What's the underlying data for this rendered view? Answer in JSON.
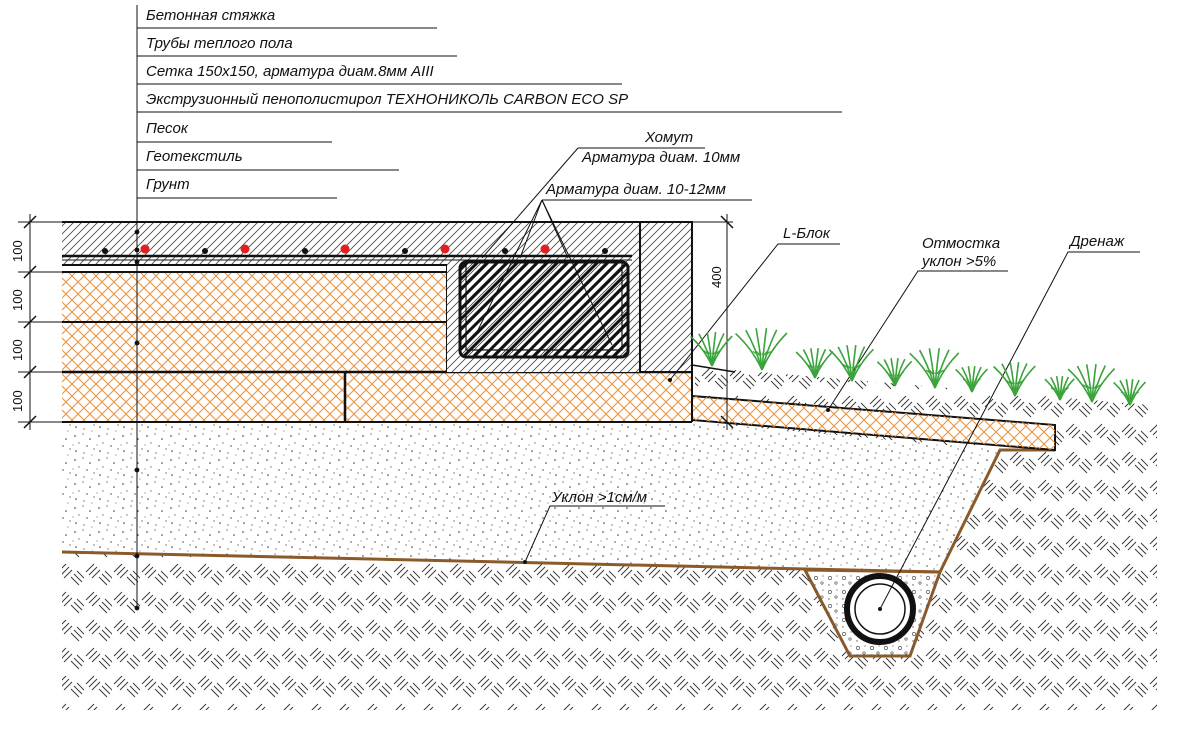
{
  "legend": [
    "Бетонная стяжка",
    "Трубы теплого пола",
    "Сетка 150х150, арматура диам.8мм AIII",
    "Экструзионный пенополистирол ТЕХНОНИКОЛЬ CARBON ECO SP",
    "Песок",
    "Геотекстиль",
    "Грунт"
  ],
  "callouts": {
    "clamp": "Хомут",
    "rebar10": "Арматура диам. 10мм",
    "rebar1012": "Арматура диам. 10-12мм",
    "lblock": "L-Блок",
    "blind_area": "Отмостка",
    "blind_slope": "уклон >5%",
    "drainage": "Дренаж",
    "sand_slope": "Уклон >1см/м"
  },
  "dimensions": {
    "layer_heights": [
      "100",
      "100",
      "100",
      "100"
    ],
    "lblock_height": "400"
  },
  "colors": {
    "insulation": "#e8903a",
    "rebar_dot": "#e02020",
    "plants": "#3aa33a",
    "geotextile": "#8b5a2b",
    "soil_hatch": "#333333"
  }
}
